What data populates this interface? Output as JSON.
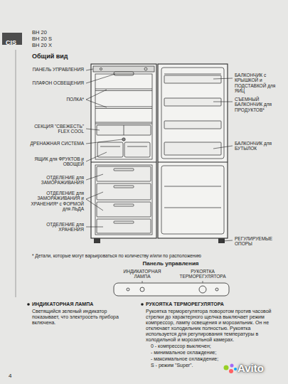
{
  "diagram": {
    "title": "Общий вид",
    "nodes": [
      {
        "text": [
          "CIS"
        ]
      }
    ],
    "labels": [
      "BH 20",
      "BH 20 S",
      "BH 20 X",
      "ПАНЕЛЬ УПРАВЛЕНИЯ",
      "ПЛАФОН ОСВЕЩЕНИЯ",
      "ПОЛКА*",
      "СЕКЦИЯ \"СВЕЖЕСТЬ\" FLEX COOL",
      "ДРЕНАЖНАЯ СИСТЕМА",
      "ЯЩИК для ФРУКТОВ и ОВОЩЕЙ",
      "ОТДЕЛЕНИЕ для ЗАМОРАЖИВАНИЯ",
      "ОТДЕЛЕНИЕ для ЗАМОРАЖИВАНИЯ и ХРАНЕНИЯ* с ФОРМОЙ для ЛЬДА",
      "ОТДЕЛЕНИЕ для ХРАНЕНИЯ",
      "БАЛКОНЧИК с КРЫШКОЙ и ПОДСТАВКОЙ для ЯИЦ",
      "СЪЕМНЫЙ БАЛКОНЧИК для ПРОДУКТОВ*",
      "БАЛКОНЧИК для БУТЫЛОК",
      "РЕГУЛИРУЕМЫЕ ОПОРЫ",
      "* Детали, которые могут варьироваться по количеству и/или по расположению",
      "Панель управления",
      "ИНДИКАТОРНАЯ ЛАМПА",
      "РУКОЯТКА ТЕРМОРЕГУЛЯТОРА",
      "ИНДИКАТОРНАЯ ЛАМПА",
      "Светящийся зеленый индикатор показывает, что электросеть прибора включена.",
      "РУКОЯТКА ТЕРМОРЕГУЛЯТОРА",
      "Рукоятка терморегулятора поворотом против часовой стрелки до характерного щелчка выключает режим компрессор, лампу освещения и морозильник. Он не отключает холодильник полностью. Рукоятка используется для регулирования температуры в холодильной и морозильной камерах.",
      "0 - компрессор выключен;",
      "- минимальное охлаждение;",
      "- максимальное охлаждение;",
      "S - режим \"Super\".",
      "4",
      "Avito"
    ]
  }
}
